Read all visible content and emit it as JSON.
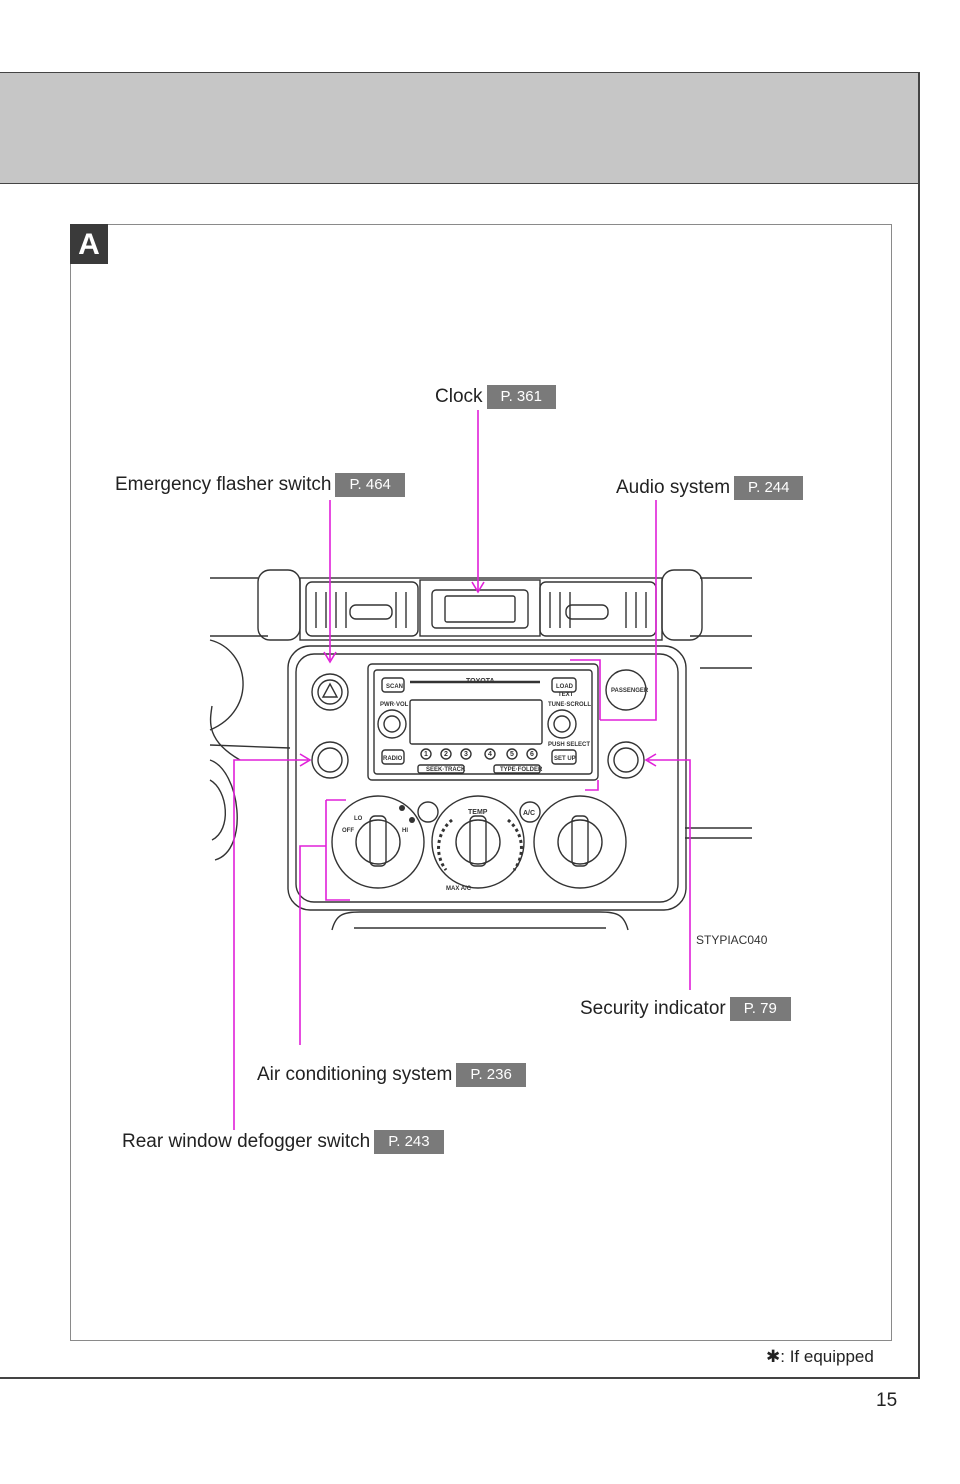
{
  "page_number": "15",
  "section_badge": "A",
  "image_code": "STYPIAC040",
  "footnote": {
    "symbol": "✱",
    "text": ": If equipped"
  },
  "callouts": {
    "clock": {
      "label": "Clock",
      "ref": "P. 361"
    },
    "emergency": {
      "label": "Emergency flasher switch",
      "ref": "P. 464"
    },
    "audio": {
      "label": "Audio system",
      "ref": "P. 244"
    },
    "security": {
      "label": "Security indicator",
      "ref": "P. 79"
    },
    "aircon": {
      "label": "Air conditioning system",
      "ref": "P. 236"
    },
    "defogger": {
      "label": "Rear window defogger switch",
      "ref": "P. 243"
    }
  },
  "panel": {
    "brand": "TOYOTA",
    "passenger": "PASSENGER",
    "temp": "TEMP",
    "ac": "A/C",
    "lo": "LO",
    "hi": "HI",
    "off": "OFF",
    "max_ac": "MAX\nA/C",
    "scan": "SCAN",
    "load": "LOAD",
    "text": "TEXT",
    "pwr_vol": "PWR·VOL",
    "tune_scroll": "TUNE·SCROLL",
    "push_select": "PUSH SELECT",
    "radio": "RADIO",
    "set_up": "SET UP",
    "seek_track": "SEEK·TRACK",
    "type_folder": "TYPE·FOLDER",
    "presets": [
      "1",
      "2",
      "3",
      "4",
      "5",
      "6"
    ]
  },
  "colors": {
    "leader": "#e020d8",
    "ref_bg": "#7a7a7a",
    "header_band": "#c6c6c6"
  }
}
